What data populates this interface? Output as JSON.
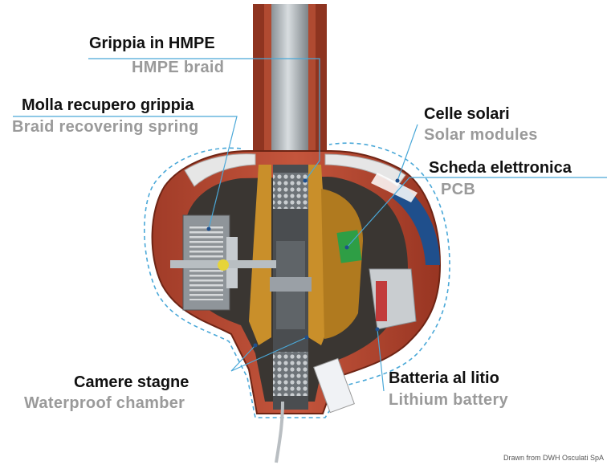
{
  "labels": {
    "grippia": {
      "it": "Grippia in HMPE",
      "en": "HMPE braid"
    },
    "molla": {
      "it": "Molla recupero grippia",
      "en": "Braid recovering spring"
    },
    "celle": {
      "it": "Celle solari",
      "en": "Solar modules"
    },
    "scheda": {
      "it": "Scheda elettronica",
      "en": "PCB"
    },
    "camere": {
      "it": "Camere stagne",
      "en": "Waterproof chamber"
    },
    "batteria": {
      "it": "Batteria al litio",
      "en": "Lithium battery"
    }
  },
  "credit": "Drawn from DWH Osculati SpA",
  "colors": {
    "housing": "#b5452e",
    "housing_dark": "#7e2a1a",
    "inner_cavity": "#3a3632",
    "brass": "#c98f2a",
    "steel": "#9aa0a6",
    "pcb": "#2e9e45",
    "solar": "#1f4f8c",
    "callout": "#4aa8d8"
  }
}
